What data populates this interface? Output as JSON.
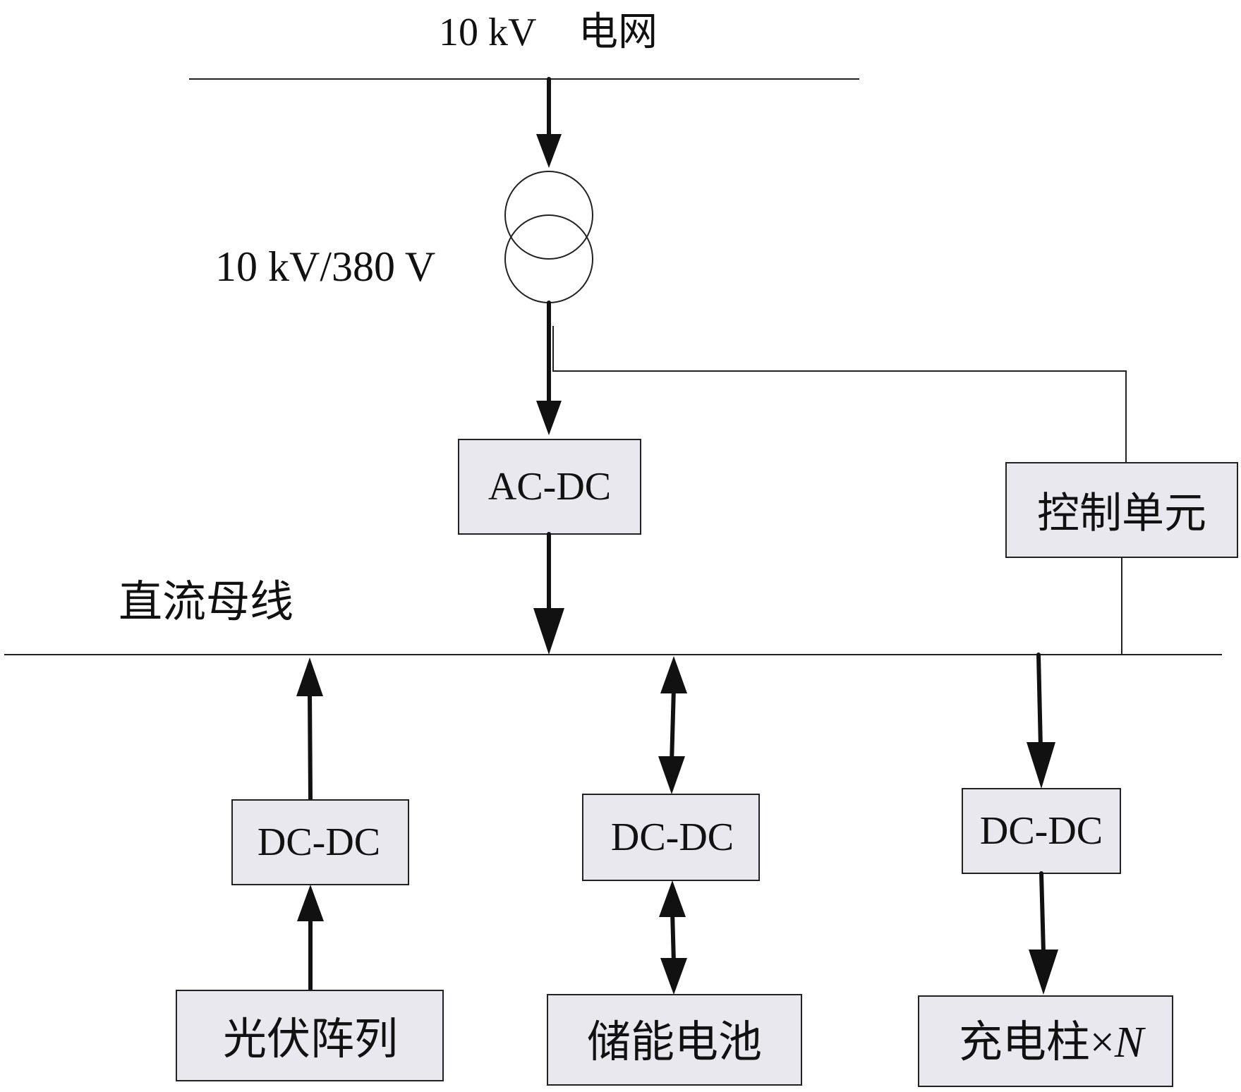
{
  "grid": {
    "voltage": "10 kV",
    "name": "电网"
  },
  "transformer": {
    "label": "10 kV/380 V"
  },
  "bus": {
    "label": "直流母线"
  },
  "blocks": {
    "acdc": "AC-DC",
    "control": "控制单元",
    "dcdc_pv": "DC-DC",
    "dcdc_storage": "DC-DC",
    "dcdc_charger": "DC-DC",
    "pv": "光伏阵列",
    "storage": "储能电池",
    "charger_prefix": "充电柱×",
    "charger_count": "N"
  }
}
